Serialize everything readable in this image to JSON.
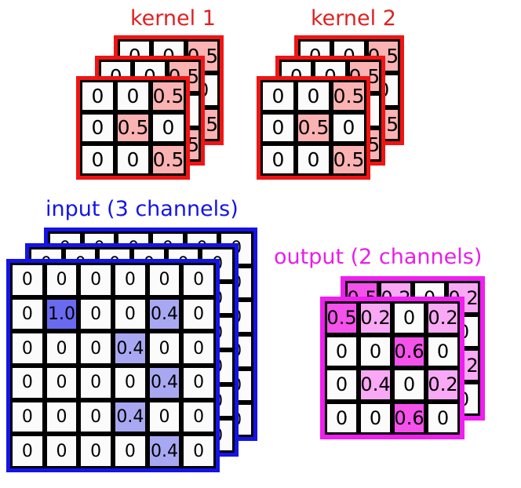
{
  "diagram": {
    "type": "convolution-layer-illustration",
    "colors": {
      "kernel_border": "#f01414",
      "kernel_text": "#dd2222",
      "kernel_highlight": "#fbb2b2",
      "input_border": "#1414e6",
      "input_text": "#1414e6",
      "input_highlight_strong": "#6a6af0",
      "input_highlight_soft": "#a8a8f2",
      "output_border": "#f01ef0",
      "output_text": "#e81ee8",
      "output_highlight_light": "#f9a8f5",
      "output_highlight_bright": "#f552ec",
      "cell_background": "#fbfbfb",
      "cell_border": "#000000",
      "page_background": "#ffffff"
    }
  },
  "kernels": {
    "count": 2,
    "layers_per_kernel": 3,
    "rows": 3,
    "cols": 3,
    "items": [
      {
        "title": "kernel 1",
        "values": [
          [
            "0",
            "0",
            "0.5"
          ],
          [
            "0",
            "0.5",
            "0"
          ],
          [
            "0",
            "0",
            "0.5"
          ]
        ],
        "highlight": [
          [
            false,
            false,
            true
          ],
          [
            false,
            true,
            false
          ],
          [
            false,
            false,
            true
          ]
        ]
      },
      {
        "title": "kernel 2",
        "values": [
          [
            "0",
            "0",
            "0.5"
          ],
          [
            "0",
            "0.5",
            "0"
          ],
          [
            "0",
            "0",
            "0.5"
          ]
        ],
        "highlight": [
          [
            false,
            false,
            true
          ],
          [
            false,
            true,
            false
          ],
          [
            false,
            false,
            true
          ]
        ]
      }
    ]
  },
  "input": {
    "title": "input (3 channels)",
    "channels": 3,
    "rows": 6,
    "cols": 6,
    "values": [
      [
        "0",
        "0",
        "0",
        "0",
        "0",
        "0"
      ],
      [
        "0",
        "1.0",
        "0",
        "0",
        "0.4",
        "0"
      ],
      [
        "0",
        "0",
        "0",
        "0.4",
        "0",
        "0"
      ],
      [
        "0",
        "0",
        "0",
        "0",
        "0.4",
        "0"
      ],
      [
        "0",
        "0",
        "0",
        "0.4",
        "0",
        "0"
      ],
      [
        "0",
        "0",
        "0",
        "0",
        "0.4",
        "0"
      ]
    ],
    "highlight": [
      [
        "none",
        "none",
        "none",
        "none",
        "none",
        "none"
      ],
      [
        "none",
        "strong",
        "none",
        "none",
        "soft",
        "none"
      ],
      [
        "none",
        "none",
        "none",
        "soft",
        "none",
        "none"
      ],
      [
        "none",
        "none",
        "none",
        "none",
        "soft",
        "none"
      ],
      [
        "none",
        "none",
        "none",
        "soft",
        "none",
        "none"
      ],
      [
        "none",
        "none",
        "none",
        "none",
        "soft",
        "none"
      ]
    ]
  },
  "output": {
    "title": "output (2 channels)",
    "channels": 2,
    "rows": 4,
    "cols": 4,
    "values": [
      [
        "0.5",
        "0.2",
        "0",
        "0.2"
      ],
      [
        "0",
        "0",
        "0.6",
        "0"
      ],
      [
        "0",
        "0.4",
        "0",
        "0.2"
      ],
      [
        "0",
        "0",
        "0.6",
        "0"
      ]
    ],
    "highlight": [
      [
        "bright",
        "light",
        "none",
        "light"
      ],
      [
        "none",
        "none",
        "bright",
        "none"
      ],
      [
        "none",
        "light",
        "none",
        "light"
      ],
      [
        "none",
        "none",
        "bright",
        "none"
      ]
    ]
  }
}
